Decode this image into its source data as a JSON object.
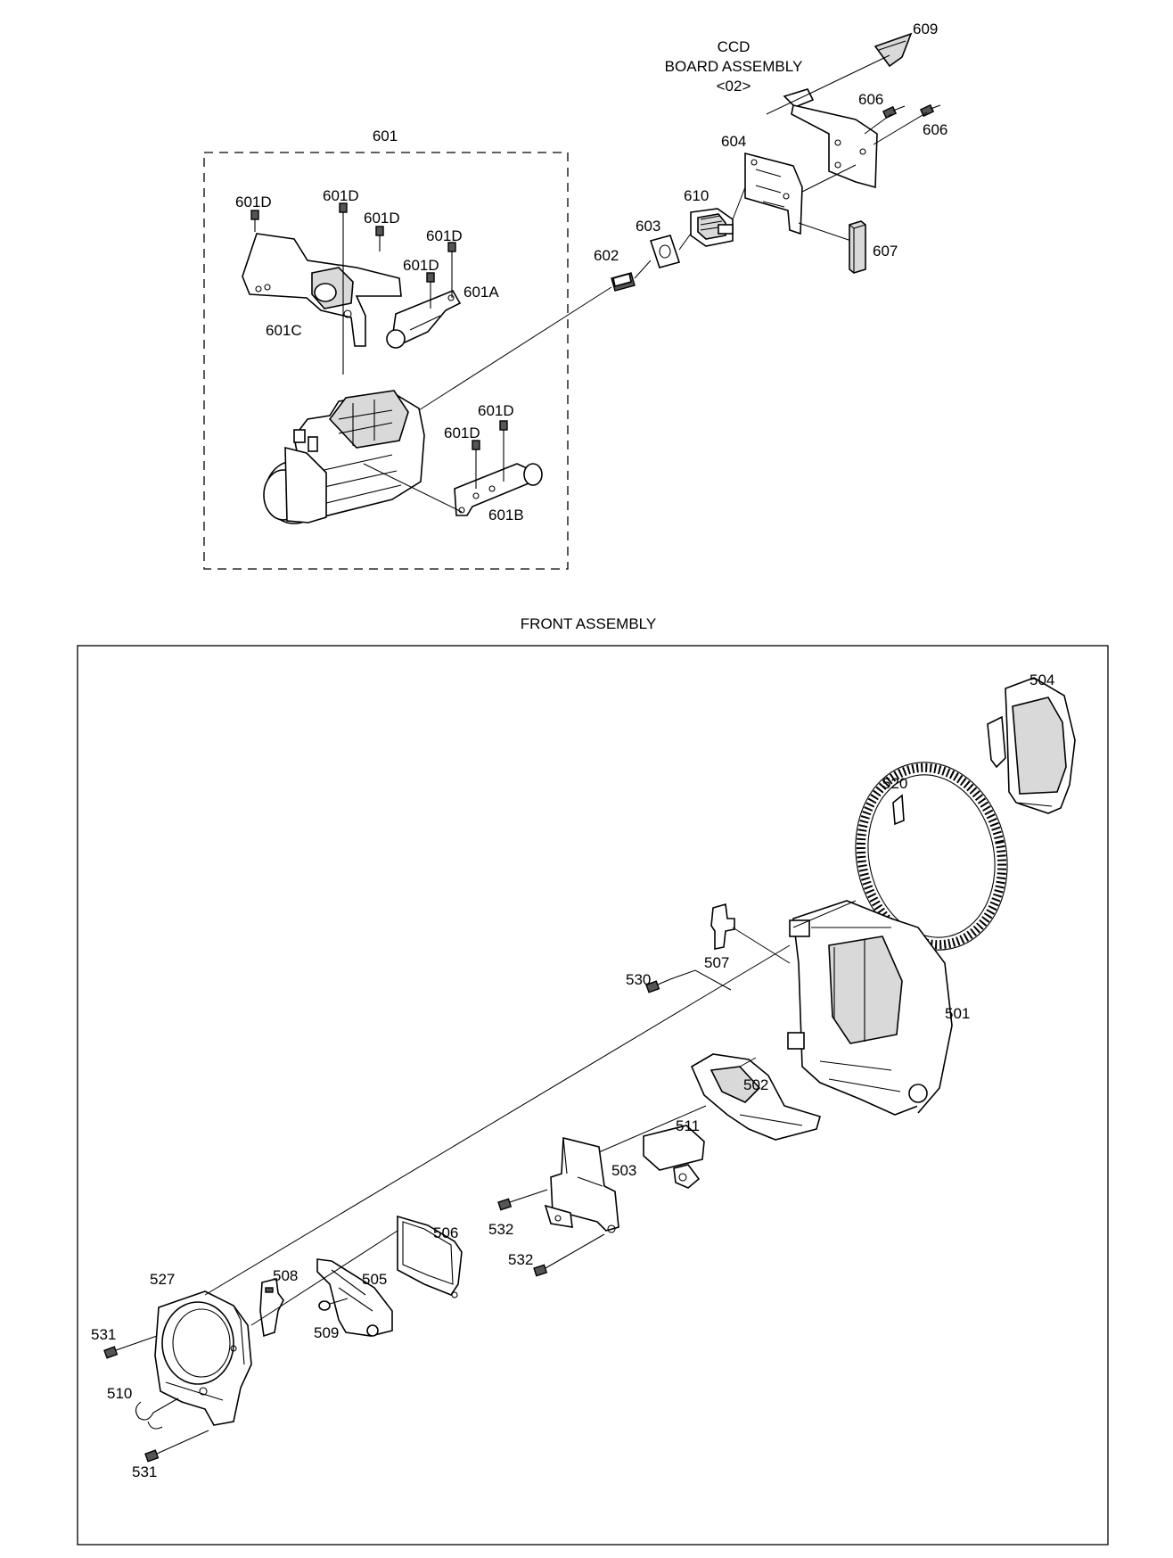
{
  "titles": {
    "ccd_line1": "CCD",
    "ccd_line2": "BOARD ASSEMBLY",
    "ccd_line3": "<02>",
    "group_601": "601",
    "front_assembly": "FRONT ASSEMBLY"
  },
  "labels": {
    "l609": "609",
    "l606a": "606",
    "l606b": "606",
    "l604": "604",
    "l610": "610",
    "l603": "603",
    "l602": "602",
    "l607": "607",
    "l601d_1": "601D",
    "l601d_2": "601D",
    "l601d_3": "601D",
    "l601d_4": "601D",
    "l601d_5": "601D",
    "l601d_6": "601D",
    "l601d_7": "601D",
    "l601a": "601A",
    "l601b": "601B",
    "l601c": "601C",
    "l504": "504",
    "l520": "520",
    "l507": "507",
    "l530": "530",
    "l501": "501",
    "l502": "502",
    "l511": "511",
    "l503": "503",
    "l532a": "532",
    "l532b": "532",
    "l506": "506",
    "l505": "505",
    "l508": "508",
    "l509": "509",
    "l527": "527",
    "l531a": "531",
    "l531b": "531",
    "l510": "510"
  },
  "icons": {
    "screw": "screw-icon",
    "lens": "lens-unit-icon",
    "board": "circuit-board-icon"
  }
}
